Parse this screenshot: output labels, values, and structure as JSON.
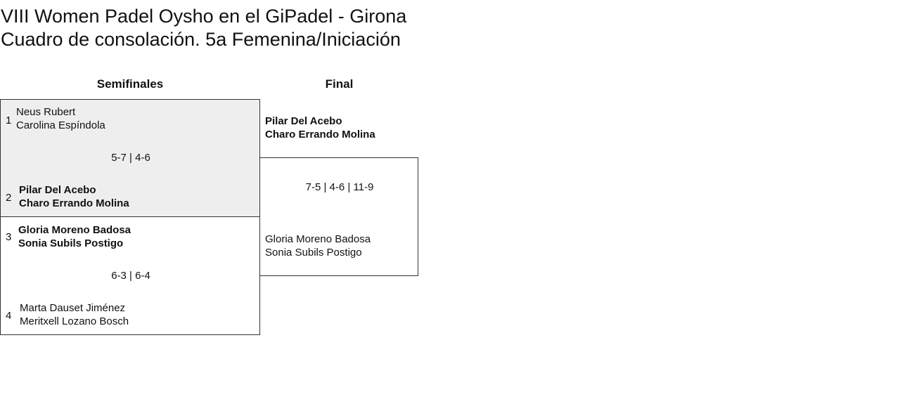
{
  "title": {
    "line1": "VIII Women Padel Oysho en el GiPadel - Girona",
    "line2": "Cuadro de consolación. 5a Femenina/Iniciación"
  },
  "rounds": [
    "Semifinales",
    "Final"
  ],
  "semis": [
    {
      "score": "5-7 | 4-6",
      "teams": [
        {
          "seed": "1",
          "p1": "Neus Rubert",
          "p2": "Carolina Espíndola",
          "winner": false
        },
        {
          "seed": "2",
          "p1": "Pilar Del Acebo",
          "p2": "Charo Errando Molina",
          "winner": true
        }
      ]
    },
    {
      "score": "6-3 | 6-4",
      "teams": [
        {
          "seed": "3",
          "p1": "Gloria Moreno Badosa",
          "p2": "Sonia Subils Postigo",
          "winner": true
        },
        {
          "seed": "4",
          "p1": "Marta Dauset Jiménez",
          "p2": "Meritxell Lozano Bosch",
          "winner": false
        }
      ]
    }
  ],
  "final": {
    "score": "7-5 | 4-6 | 11-9",
    "teams": [
      {
        "p1": "Pilar Del Acebo",
        "p2": "Charo Errando Molina",
        "winner": true
      },
      {
        "p1": "Gloria Moreno Badosa",
        "p2": "Sonia Subils Postigo",
        "winner": false
      }
    ]
  },
  "colors": {
    "highlight": "#eeeeee",
    "border": "#333333"
  }
}
